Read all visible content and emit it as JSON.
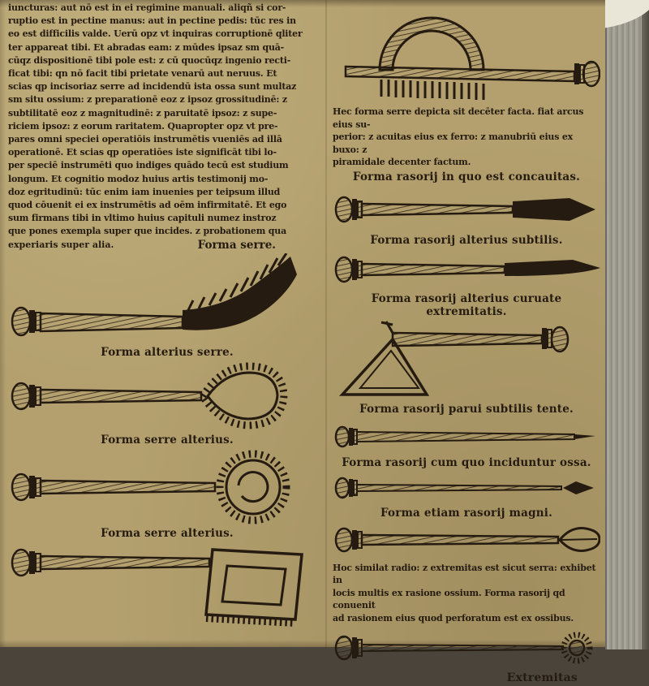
{
  "colors": {
    "paper": "#b3a06e",
    "ink": "#251b10",
    "fore_edge": "#9d9a90"
  },
  "left": {
    "body_text": "iuncturas: aut nō est in ei regimine manuali. aliqñ si cor-\nruptio est in pectine manus: aut in pectine pedis: tūc res in\neo est difficilis valde. Uerū opz vt inquiras corruptionē qliter\nter appareat tibi. Et abradas eam: z mūdes ipsaz sm quā-\ncūqz dispositionē tibi pole est: z cū quocūqz ingenio recti-\nficat tibi: qn nō facit tibi prietate venarū aut neruus. Et\nscias qp incisoriaz serre ad incidendū ista ossa sunt multaz\nsm situ ossium: z preparationē eoz z ipsoz grossitudinē: z\nsubtilitatē eoz z magnitudinē: z paruitatē ipsoz: z supe-\nriciem ipsoz: z eorum raritatem. Quapropter opz vt pre-\npares omni speciei operatiōis instrumētis vueniēs ad illā\noperationē. Et scias qp operatiōes iste significāt tibi lo-\nper speciē instrumēti quo indiges quādo tecū est studium\nlongum. Et cognitio modoz huius artis testimonij mo-\ndoz egritudinū: tūc enim iam inuenies per teipsum illud\nquod cōuenit ei ex instrumētis ad oēm infirmitatē. Et ego\nsum firmans tibi in vltimo huius capituli numez instroz\nque pones exempla super que incides. z probationem qua",
    "last_line": "experiaris super alia.",
    "heading": "Forma serre.",
    "captions": [
      "Forma alterius serre.",
      "Forma serre alterius.",
      "Forma serre alterius."
    ]
  },
  "right": {
    "arch_note": "Hec forma serre depicta sit decēter facta. fiat arcus eius su-\nperior: z acuitas eius ex ferro: z manubriū eius ex buxo: z\npiramidale decenter factum.",
    "captions": [
      "Forma rasorij in quo est concauitas.",
      "Forma rasorij alterius subtilis.",
      "Forma rasorij alterius curuate extremitatis.",
      "Forma rasorij parui subtilis tente.",
      "Forma rasorij cum quo inciduntur ossa.",
      "Forma etiam rasorij magni."
    ],
    "bottom_note": "Hoc similat radio: z extremitas est sicut serra: exhibet in\nlocis multis ex rasione ossium. Forma rasorij qd conuenit\nad rasionem eius quod perforatum est ex ossibus.",
    "bottom_caption": "Extremitas"
  }
}
